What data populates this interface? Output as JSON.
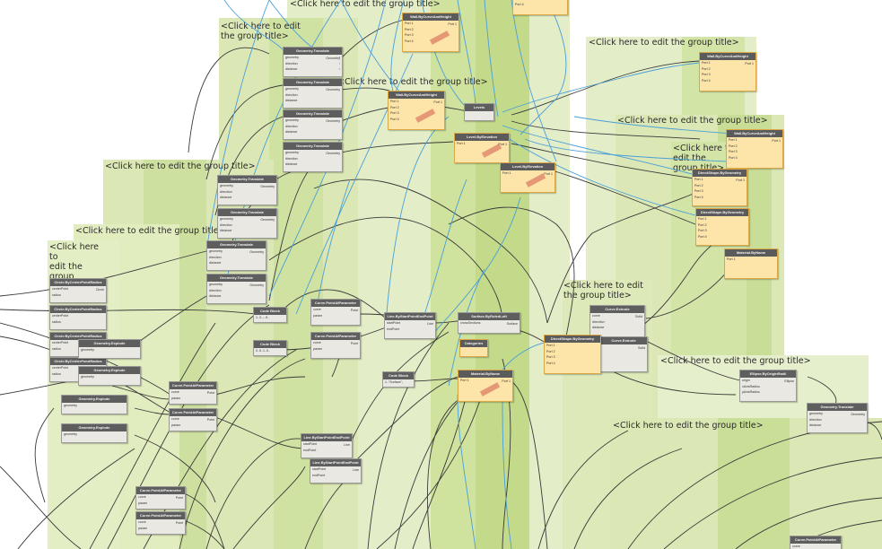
{
  "groups": {
    "title_placeholder": "<Click here to edit the group title>",
    "wrapped_title_lines": [
      "<Click here to edit",
      "the group title>"
    ],
    "colors": {
      "light": "#e3edc8",
      "mid": "#d2e3a6",
      "strong": "#bfd88a",
      "edge": "#a9c86a"
    }
  },
  "nodes": {
    "geometry_translate": "Geometry.Translate",
    "wall_by_curve": "Wall.ByCurveAndHeight",
    "level_by_elevation": "Level.ByElevation",
    "levels": "Levels",
    "circle_by_center": "Circle.ByCenterPointRadius",
    "geometry_explode": "Geometry.Explode",
    "curve_point_at_param": "Curve.PointAtParameter",
    "code_block": "Code Block",
    "line_by_start_end": "Line.ByStartPointEndPoint",
    "surface_by_ruled_loft": "Surface.ByRuledLoft",
    "categories": "Categories",
    "material_by_name": "Material.ByName",
    "curve_extrude": "Curve.Extrude",
    "directshape_by_geometry": "DirectShape.ByGeometry",
    "ellipse_by_origin_radii": "Ellipse.ByOriginRadii"
  },
  "ports": {
    "geometry": "geometry",
    "direction": "direction",
    "distance": "distance",
    "geometry_out": "Geometry",
    "wall_in": [
      "Port 1",
      "Port 2",
      "Port 3",
      "Port 4"
    ],
    "wall_out": "Port 1",
    "center_point": "centerPoint",
    "radius": "radius",
    "circle_out": "Circle",
    "curve": "curve",
    "param": "param",
    "point_out": "Point",
    "start_point": "startPoint",
    "end_point": "endPoint",
    "line_out": "Line",
    "cross_sections": "crossSections",
    "surface_out": "Surface",
    "solid_out": "Solid",
    "origin": "origin",
    "first_radius": "xAxisRadius",
    "second_radius": "yAxisRadius",
    "ellipse_out": "Ellipse"
  },
  "code_values": {
    "block1": "1..3..-..5..",
    "block2": "0..5..1..0..",
    "block3": "1..\"Surface\";"
  },
  "wire_colors": {
    "dark": "#3a3a3a",
    "blue": "#4a9fd8"
  }
}
